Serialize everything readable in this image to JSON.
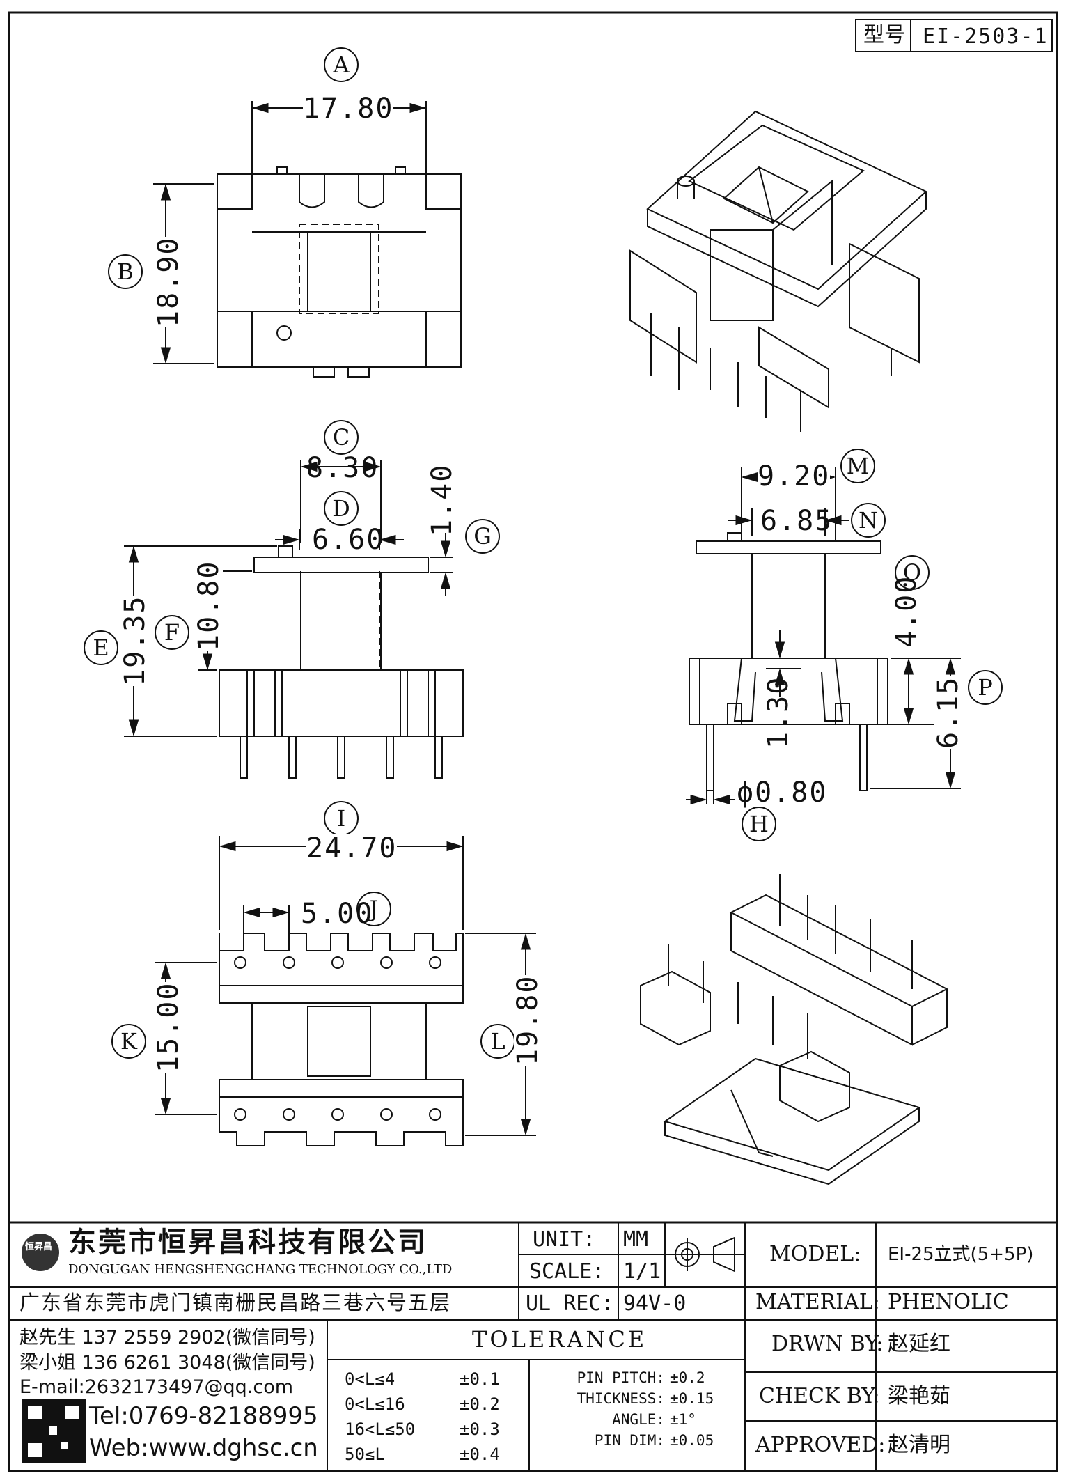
{
  "model_box": {
    "label": "型号",
    "value": "EI-2503-1"
  },
  "callouts": {
    "A": {
      "letter": "A",
      "value": "17.80"
    },
    "B": {
      "letter": "B",
      "value": "18.90"
    },
    "C": {
      "letter": "C",
      "value": "8.30"
    },
    "D": {
      "letter": "D",
      "value": "6.60"
    },
    "E": {
      "letter": "E",
      "value": "19.35"
    },
    "F": {
      "letter": "F",
      "value": "10.80"
    },
    "G": {
      "letter": "G",
      "value": "1.40"
    },
    "H": {
      "letter": "H",
      "value": "ϕ0.80"
    },
    "I": {
      "letter": "I",
      "value": "24.70"
    },
    "J": {
      "letter": "J",
      "value": "5.00"
    },
    "K": {
      "letter": "K",
      "value": "15.00"
    },
    "L": {
      "letter": "L",
      "value": "19.80"
    },
    "M": {
      "letter": "M",
      "value": "9.20"
    },
    "N": {
      "letter": "N",
      "value": "6.85"
    },
    "O": {
      "letter": "O",
      "value": "4.00"
    },
    "P": {
      "letter": "P",
      "value": "6.15"
    },
    "extra": "1.30"
  },
  "title_block": {
    "company_cn": "东莞市恒昇昌科技有限公司",
    "company_en": "DONGUGAN HENGSHENGCHANG TECHNOLOGY CO.,LTD",
    "logo_text": "恒昇昌",
    "address": "广东省东莞市虎门镇南栅民昌路三巷六号五层",
    "unit_label": "UNIT:",
    "unit_value": "MM",
    "scale_label": "SCALE:",
    "scale_value": "1/1",
    "ulrec_label": "UL REC:",
    "ulrec_value": "94V-0",
    "model_label": "MODEL:",
    "model_value": "EI-25立式(5+5P)",
    "material_label": "MATERIAL:",
    "material_value": "PHENOLIC",
    "drwn_label": "DRWN BY:",
    "drwn_value": "赵延红",
    "check_label": "CHECK BY:",
    "check_value": "梁艳茹",
    "approved_label": "APPROVED:",
    "approved_value": "赵清明",
    "contact1": "赵先生 137 2559 2902(微信同号)",
    "contact2": "梁小姐 136 6261 3048(微信同号)",
    "email": "E-mail:2632173497@qq.com",
    "tel": "Tel:0769-82188995",
    "web": "Web:www.dghsc.cn",
    "tolerance_title": "TOLERANCE",
    "tol_rows": [
      {
        "range": "0<L≤4",
        "val": "±0.1"
      },
      {
        "range": "0<L≤16",
        "val": "±0.2"
      },
      {
        "range": "16<L≤50",
        "val": "±0.3"
      },
      {
        "range": "50≤L",
        "val": "±0.4"
      }
    ],
    "tol_right": [
      {
        "name": "PIN PITCH:",
        "val": "±0.2"
      },
      {
        "name": "THICKNESS:",
        "val": "±0.15"
      },
      {
        "name": "ANGLE:",
        "val": "±1°"
      },
      {
        "name": "PIN DIM:",
        "val": "±0.05"
      }
    ]
  }
}
